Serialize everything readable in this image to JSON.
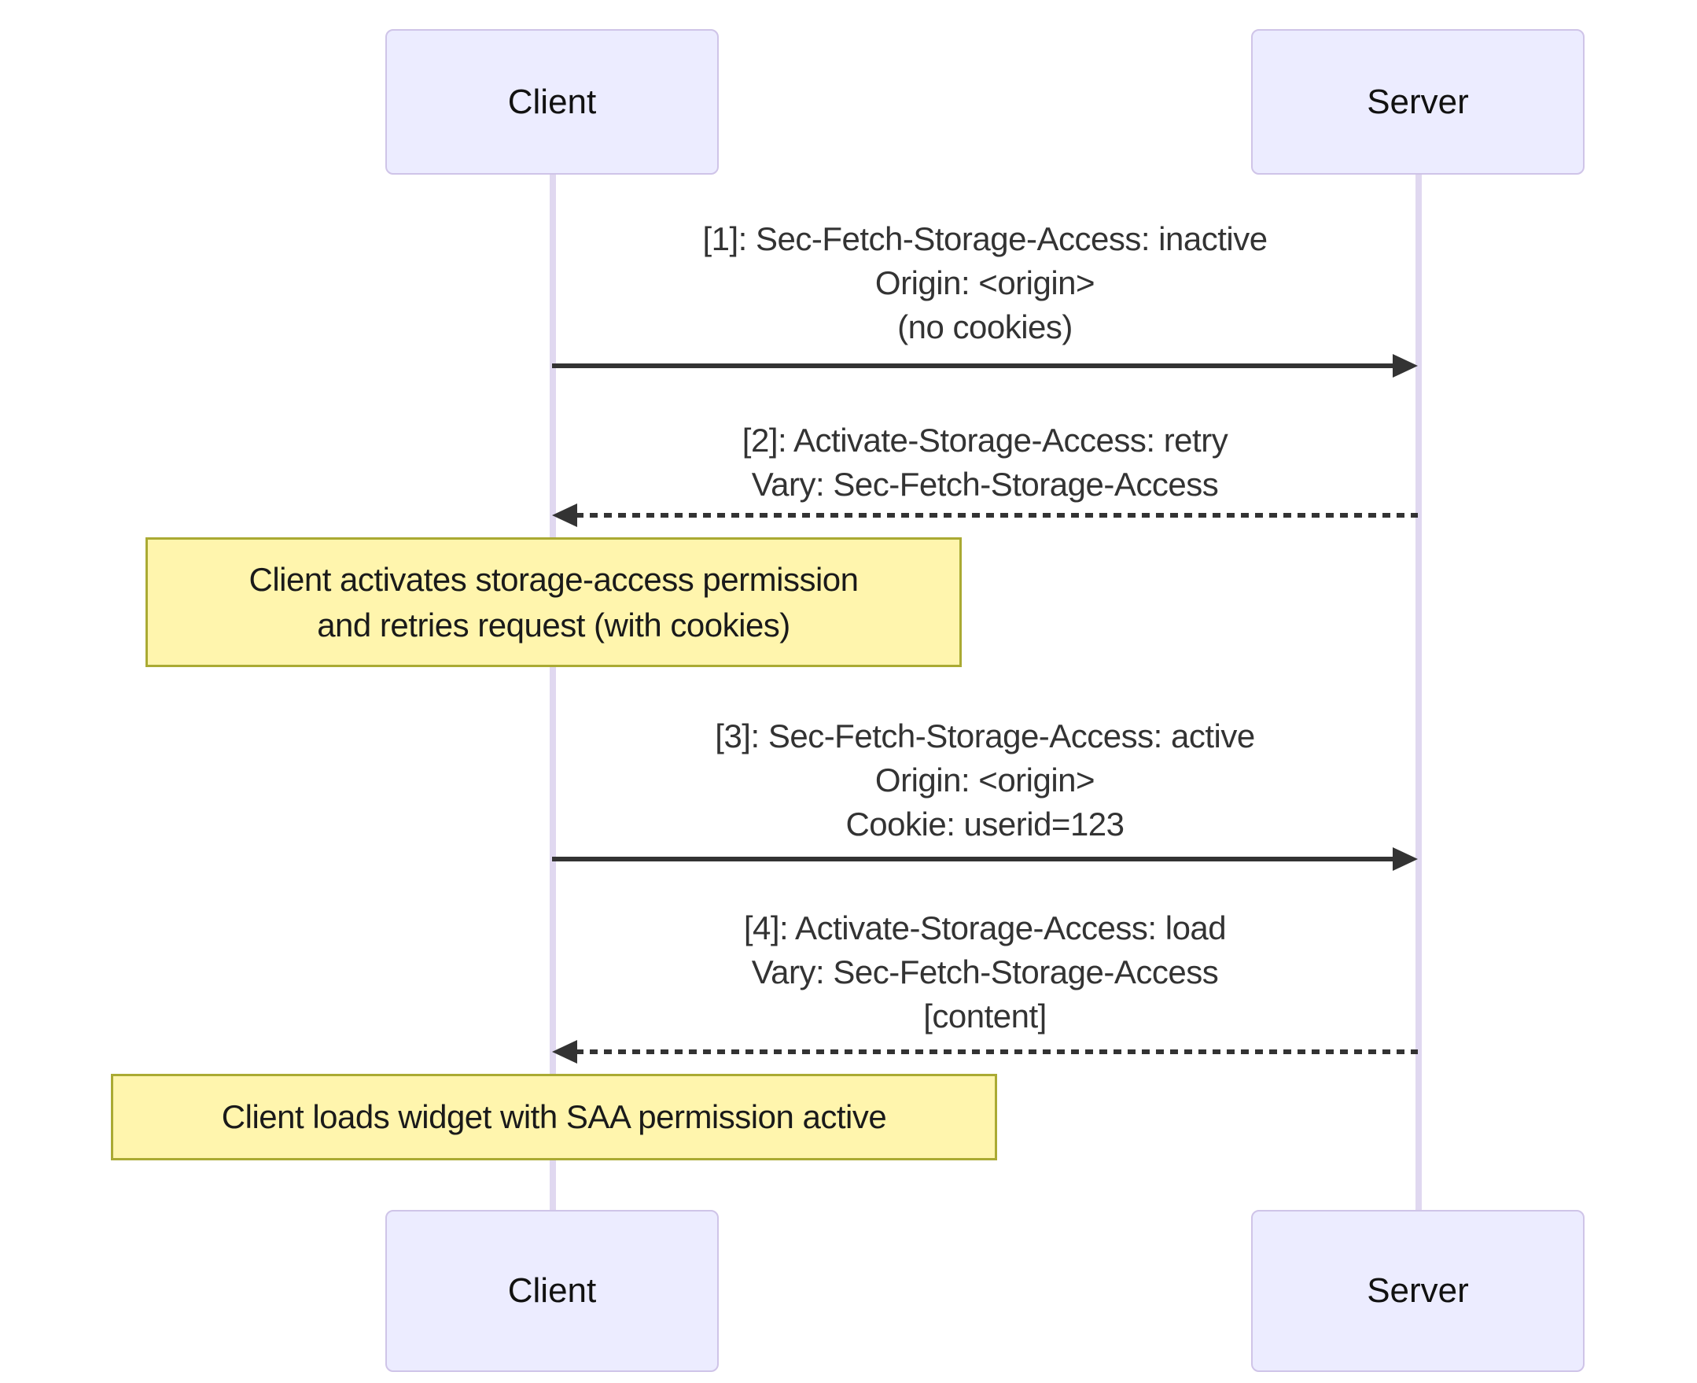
{
  "diagram_type": "sequence-diagram",
  "colors": {
    "actor_fill": "#ECECFF",
    "actor_border": "#CFC4E8",
    "lifeline": "#E0D8F0",
    "message": "#333333",
    "note_fill": "#FFF5AD",
    "note_border": "#AAAA33",
    "actor_text": "#111111",
    "background": "#FFFFFF"
  },
  "actors": [
    {
      "id": "client",
      "label": "Client"
    },
    {
      "id": "server",
      "label": "Server"
    }
  ],
  "messages": [
    {
      "seq": "1",
      "from": "client",
      "to": "server",
      "style": "solid",
      "lines": [
        "[1]: Sec-Fetch-Storage-Access: inactive",
        "Origin: <origin>",
        "(no cookies)"
      ]
    },
    {
      "seq": "2",
      "from": "server",
      "to": "client",
      "style": "dashed",
      "lines": [
        "[2]: Activate-Storage-Access: retry",
        "Vary: Sec-Fetch-Storage-Access"
      ]
    },
    {
      "seq": "3",
      "from": "client",
      "to": "server",
      "style": "solid",
      "lines": [
        "[3]: Sec-Fetch-Storage-Access: active",
        "Origin: <origin>",
        "Cookie: userid=123"
      ]
    },
    {
      "seq": "4",
      "from": "server",
      "to": "client",
      "style": "dashed",
      "lines": [
        "[4]: Activate-Storage-Access: load",
        "Vary: Sec-Fetch-Storage-Access",
        "[content]"
      ]
    }
  ],
  "notes": [
    {
      "position": "over-client",
      "lines": [
        "Client activates storage-access permission",
        "and retries request (with cookies)"
      ]
    },
    {
      "position": "over-client",
      "lines": [
        "Client loads widget with SAA permission active"
      ]
    }
  ]
}
